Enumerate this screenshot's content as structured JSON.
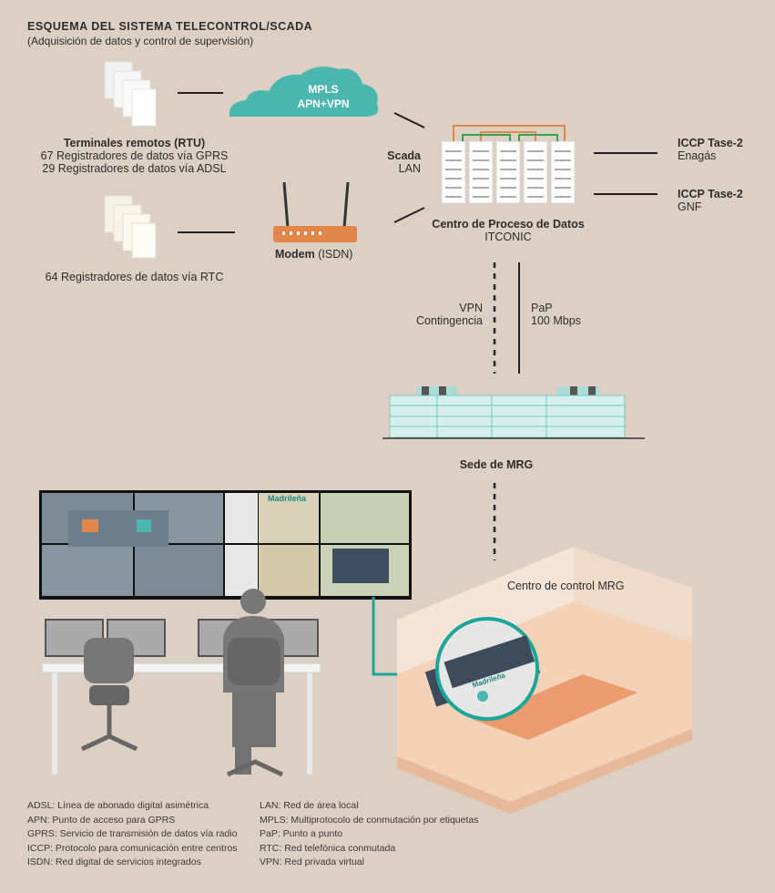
{
  "header": {
    "title": "ESQUEMA DEL SISTEMA TELECONTROL/SCADA",
    "subtitle": "(Adquisición de datos y control de supervisión)"
  },
  "rtu": {
    "title": "Terminales remotos (RTU)",
    "line1": "67 Registradores de datos vía GPRS",
    "line2": "29 Registradores de datos vía ADSL",
    "rtc": "64 Registradores de datos vía RTC"
  },
  "mpls": {
    "line1": "MPLS",
    "line2": "APN+VPN"
  },
  "modem": {
    "bold": "Modem",
    "rest": " (ISDN)"
  },
  "scada": {
    "bold": "Scada",
    "sub": "LAN"
  },
  "cpd": {
    "title": "Centro de Proceso de Datos",
    "sub": "ITCONIC"
  },
  "iccp1": {
    "title": "ICCP Tase-2",
    "sub": "Enagás"
  },
  "iccp2": {
    "title": "ICCP Tase-2",
    "sub": "GNF"
  },
  "links": {
    "vpn1": "VPN",
    "vpn2": "Contingencia",
    "pap1": "PaP",
    "pap2": "100 Mbps"
  },
  "sede": "Sede de MRG",
  "control_center": "Centro de control MRG",
  "logo": "Madrileña",
  "legend_left": [
    "ADSL: Línea de abonado digital asimétrica",
    "APN: Punto de acceso para GPRS",
    "GPRS: Servicio de transmisión de datos vía radio",
    "ICCP: Protocolo para comunicación entre centros",
    "ISDN: Red digital de servicios integrados"
  ],
  "legend_right": [
    "LAN: Red de área local",
    "MPLS: Multiprotocolo de conmutación por etiquetas",
    "PaP: Punto a punto",
    "RTC: Red telefónica conmutada",
    "VPN: Red privada virtual"
  ],
  "colors": {
    "background": "#dccfc3",
    "teal": "#4bb6ad",
    "orange": "#e2874c",
    "green_link": "#35a44b"
  }
}
